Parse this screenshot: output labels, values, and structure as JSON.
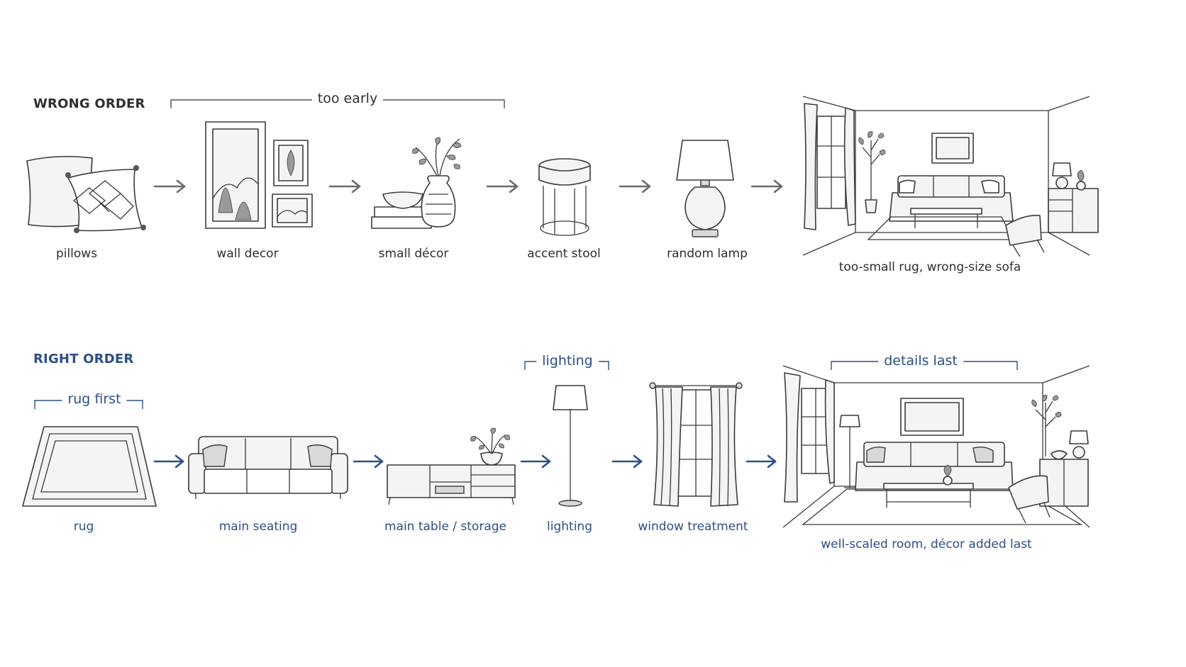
{
  "wrong": {
    "title": "WRONG ORDER",
    "bracket_label": "too early",
    "steps": [
      "pillows",
      "wall decor",
      "small décor",
      "accent stool",
      "random lamp"
    ],
    "result": "too-small rug, wrong-size sofa",
    "color": "#2f2f2f",
    "arrow_color": "#6b6b6b"
  },
  "right": {
    "title": "RIGHT ORDER",
    "steps": [
      "rug",
      "main seating",
      "main table / storage",
      "lighting",
      "window treatment"
    ],
    "result": "well-scaled room, décor added last",
    "brackets": {
      "rug": "rug first",
      "lighting": "lighting",
      "details": "details last"
    },
    "color": "#2d4f86",
    "arrow_color": "#2d4f86"
  }
}
